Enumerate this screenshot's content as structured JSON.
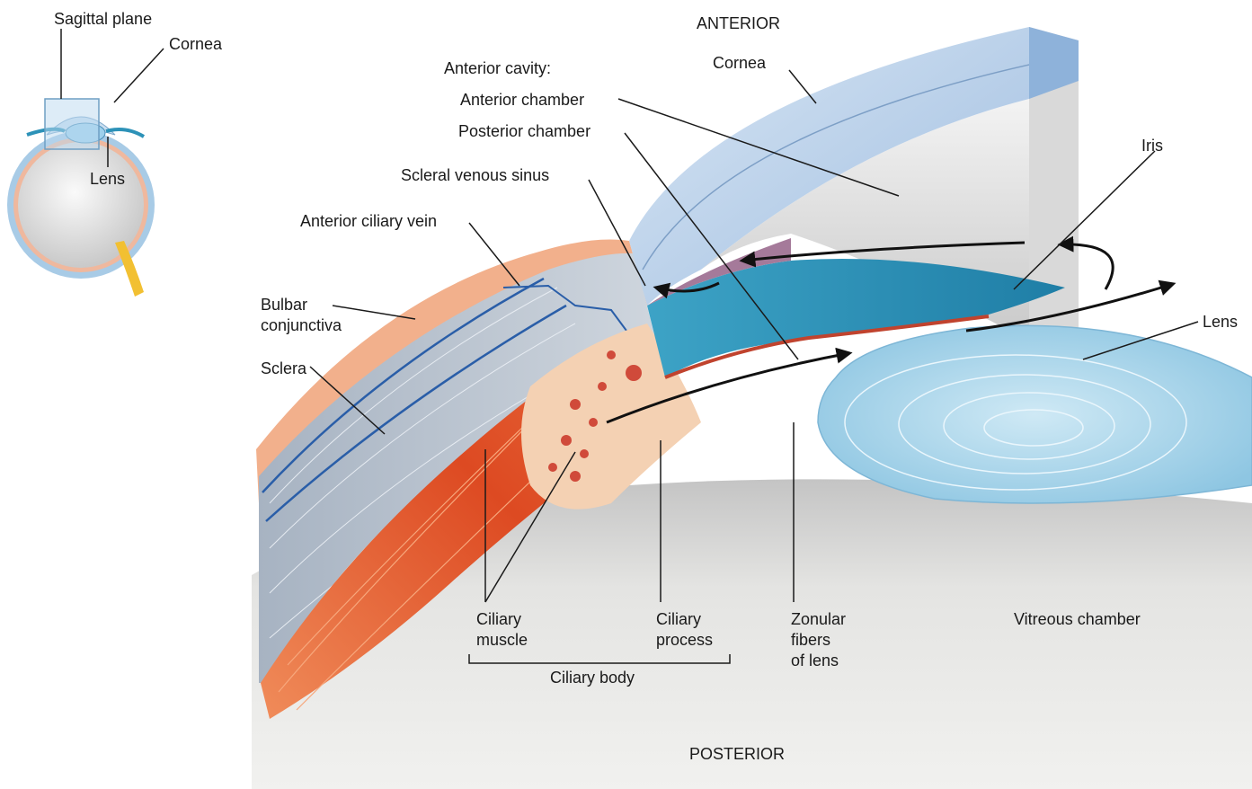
{
  "orientation": {
    "anterior": "ANTERIOR",
    "posterior": "POSTERIOR"
  },
  "inset": {
    "sagittal_plane": "Sagittal plane",
    "cornea": "Cornea",
    "lens": "Lens"
  },
  "labels": {
    "anterior_cavity": "Anterior cavity:",
    "anterior_chamber": "Anterior chamber",
    "posterior_chamber": "Posterior chamber",
    "scleral_venous_sinus": "Scleral venous sinus",
    "anterior_ciliary_vein": "Anterior ciliary vein",
    "bulbar_conjunctiva_1": "Bulbar",
    "bulbar_conjunctiva_2": "conjunctiva",
    "sclera": "Sclera",
    "cornea": "Cornea",
    "iris": "Iris",
    "lens": "Lens",
    "ciliary_muscle_1": "Ciliary",
    "ciliary_muscle_2": "muscle",
    "ciliary_process_1": "Ciliary",
    "ciliary_process_2": "process",
    "ciliary_body": "Ciliary body",
    "zonular_1": "Zonular",
    "zonular_2": "fibers",
    "zonular_3": "of lens",
    "vitreous_chamber": "Vitreous chamber"
  },
  "colors": {
    "cornea": "#bcd3ea",
    "sclera": "#b9c3cf",
    "ciliary_muscle": "#e0532a",
    "ciliary_process": "#f4d1b3",
    "iris": "#2d92b8",
    "lens": "#b8dcee",
    "vitreous": "#d9d8d6",
    "conjunctiva": "#f2b08c",
    "veins": "#2a5ea8"
  }
}
